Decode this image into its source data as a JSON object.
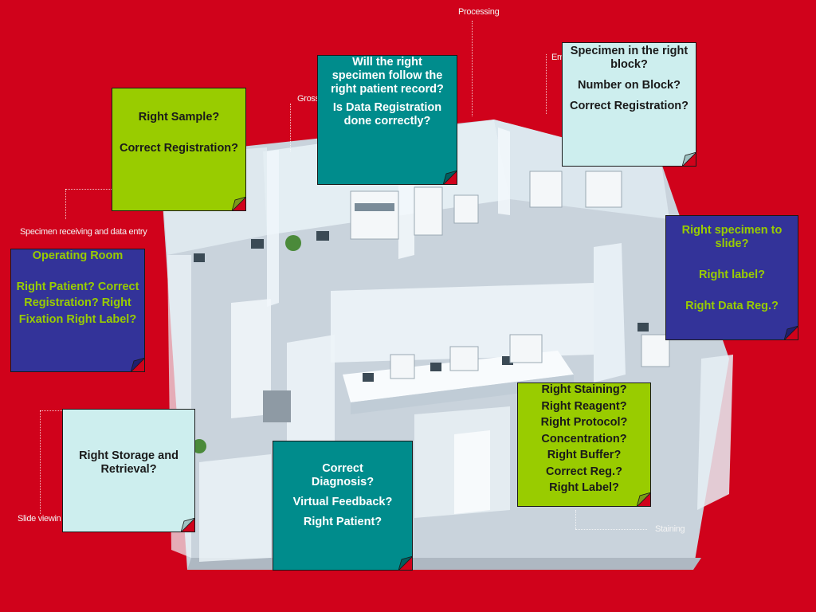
{
  "colors": {
    "background": "#d0021b",
    "note_green": "#99cc00",
    "note_teal": "#008c8c",
    "note_light_blue": "#cdeeee",
    "note_dark_blue": "#333399",
    "floor": "#c9d3dc",
    "wall": "#e8f1f6"
  },
  "area_labels": {
    "processing": "Processing",
    "embedding": "Em",
    "grossing": "Gross",
    "specimen_receiving": "Specimen receiving and data entry",
    "slide_viewing": "Slide viewin",
    "staining": "Staining"
  },
  "notes": {
    "right_sample": {
      "lines": [
        "Right Sample?",
        "Correct Registration?"
      ]
    },
    "patient_record": {
      "lines": [
        "Will the right specimen follow the right patient record?",
        "Is Data Registration done correctly?"
      ]
    },
    "block": {
      "lines": [
        "Specimen in the right block?",
        "Number on Block?",
        "Correct Registration?"
      ]
    },
    "operating_room": {
      "lines": [
        "Operating Room",
        "Right Patient? Correct Registration? Right Fixation Right Label?"
      ]
    },
    "slide": {
      "lines": [
        "Right specimen to slide?",
        "Right label?",
        "Right Data Reg.?"
      ]
    },
    "storage": {
      "lines": [
        "Right Storage and Retrieval?"
      ]
    },
    "diagnosis": {
      "lines": [
        "Correct Diagnosis?",
        "Virtual Feedback?",
        "Right Patient?"
      ]
    },
    "staining": {
      "lines": [
        "Right Staining?",
        "Right Reagent?",
        "Right Protocol?",
        "Concentration?",
        "Right Buffer?",
        "Correct Reg.?",
        "Right Label?"
      ]
    }
  }
}
